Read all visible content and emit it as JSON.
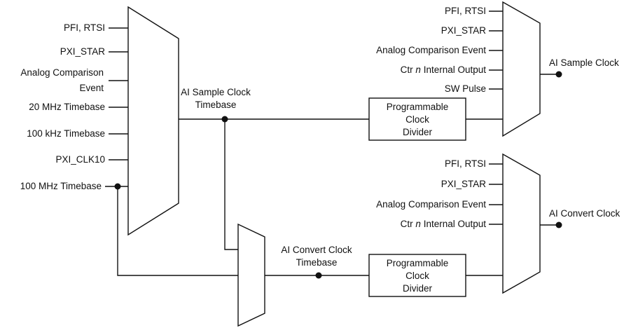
{
  "left_mux_inputs": [
    [
      "PFI, RTSI"
    ],
    [
      "PXI_STAR"
    ],
    [
      "Analog Comparison",
      "Event"
    ],
    [
      "20 MHz Timebase"
    ],
    [
      "100 kHz Timebase"
    ],
    [
      "PXI_CLK10"
    ],
    [
      "100 MHz Timebase"
    ]
  ],
  "sample_timebase_label": [
    "AI Sample Clock",
    "Timebase"
  ],
  "convert_timebase_label": [
    "AI Convert Clock",
    "Timebase"
  ],
  "divider_label": [
    "Programmable",
    "Clock",
    "Divider"
  ],
  "sample_mux_inputs": [
    "PFI, RTSI",
    "PXI_STAR",
    "Analog Comparison Event",
    "Ctr n Internal Output",
    "SW Pulse"
  ],
  "convert_mux_inputs": [
    "PFI, RTSI",
    "PXI_STAR",
    "Analog Comparison Event",
    "Ctr n Internal Output"
  ],
  "sample_output_label": "AI Sample Clock",
  "convert_output_label": "AI Convert Clock",
  "ctr_italic_word": "n"
}
